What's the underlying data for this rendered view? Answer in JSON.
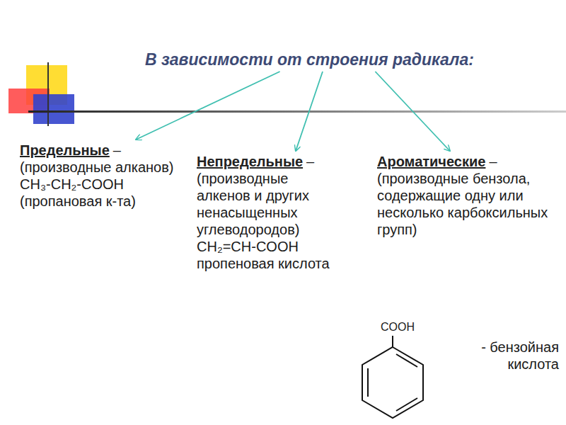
{
  "diagram": {
    "nodes": [
      {
        "text": [
          "В зависимости от строения радикала:"
        ]
      },
      {
        "text": [
          "Предельные",
          "– (производные алканов)",
          "CH₃-CH₂-COOH",
          "(пропановая к-та)"
        ]
      },
      {
        "text": [
          "Непредельные",
          "– (производные алкенов и других ненасыщенных углеводородов)",
          "CH₂=CH-COOH",
          "пропеновая кислота"
        ]
      },
      {
        "text": [
          "Ароматические",
          "– (производные бензола, содержащие одну или несколько карбоксильных групп)"
        ]
      }
    ],
    "edges": [
      {
        "from": 0,
        "to": 1,
        "arrow": "to"
      },
      {
        "from": 0,
        "to": 2,
        "arrow": "to"
      },
      {
        "from": 0,
        "to": 3,
        "arrow": "to"
      }
    ],
    "labels": [
      "COOH",
      "- бензойная кислота"
    ]
  }
}
